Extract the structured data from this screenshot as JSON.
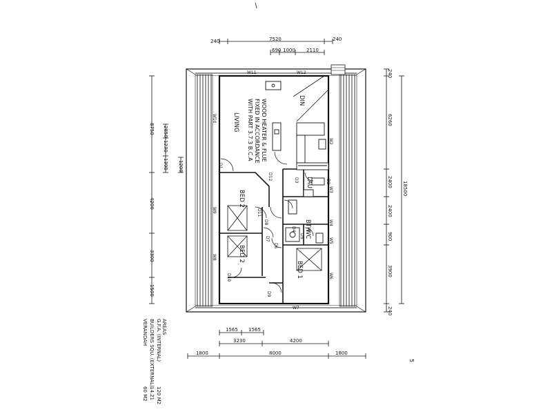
{
  "top_dimensions": {
    "left_verandah": "240",
    "overall": "7520",
    "right_verandah": "240",
    "sub_a": "690",
    "sub_b": "1000",
    "sub_c": "2110"
  },
  "right_dimensions": {
    "top_240": "240",
    "d6260": "6260",
    "d18500": "18500",
    "d2400_upper": "2400",
    "d2400_lower": "2400",
    "d900": "900",
    "d3900": "3900",
    "bottom_240": "240"
  },
  "left_dimensions": {
    "d8750": "8750",
    "d2850": "2850",
    "d1230": "1230",
    "d1390": "1390",
    "d1200": "1200",
    "d4200": "4200",
    "d3300": "3300",
    "d1500": "1500"
  },
  "bottom_dimensions": {
    "row1_a": "1565",
    "row1_b": "1565",
    "row2_a": "3230",
    "row2_b": "4200",
    "row3_a": "1800",
    "row3_b": "8000",
    "row3_c": "1800"
  },
  "rooms": {
    "din": "DIN",
    "living": "LIVING",
    "bed2_upper": "BED 2",
    "bed2_lower": "BED 2",
    "bed1": "BED 1",
    "bth": "BTH",
    "lau": "LAU",
    "wc": "WC"
  },
  "note": {
    "line1": "WOOD HEATER & FLUE",
    "line2": "FIXED IN ACCORDANCE",
    "line3": "WITH PART 3.7.3 B.C.A"
  },
  "doors": {
    "d1": "D1",
    "d2": "D2",
    "d3": "D3",
    "d4": "D4",
    "d5": "D5",
    "d6": "D6",
    "d7": "D7",
    "d8": "D8",
    "d9": "D9",
    "d10": "D10",
    "d11": "D11",
    "d12": "D12"
  },
  "windows": {
    "w11": "W11",
    "w12": "W12",
    "w7": "W7",
    "w10": "W10",
    "w9": "W9",
    "w8": "W8",
    "w2": "W2",
    "w3": "W3",
    "w4": "W4",
    "w5": "W5",
    "w6": "W6"
  },
  "areas": {
    "heading": "AREAS",
    "rows": [
      {
        "label": "G.F.A. (INTERNAL)",
        "value": "120 M2"
      },
      {
        "label": "BUILDERS SQU. (EXTERNAL)",
        "value": "14.21"
      },
      {
        "label": "VERANDAH",
        "value": "60 M2"
      }
    ]
  },
  "page_number": "5"
}
